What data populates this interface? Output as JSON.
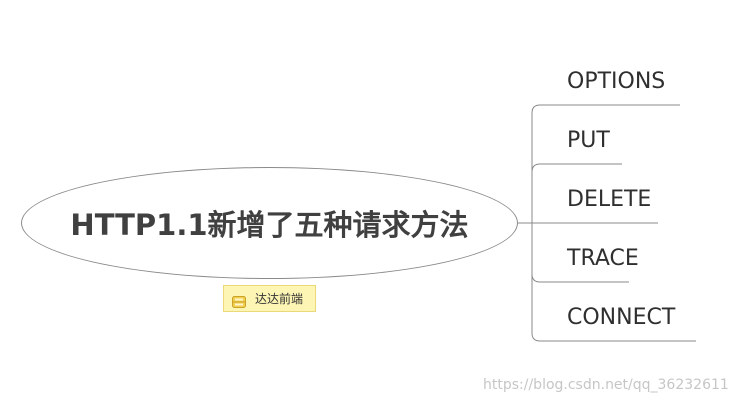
{
  "mindmap": {
    "central_topic": "HTTP1.1新增了五种请求方法",
    "branches": [
      {
        "label": "OPTIONS"
      },
      {
        "label": "PUT"
      },
      {
        "label": "DELETE"
      },
      {
        "label": "TRACE"
      },
      {
        "label": "CONNECT"
      }
    ],
    "note": {
      "icon": "note-icon",
      "label": "达达前端"
    },
    "line_color": "#8a8a8a"
  },
  "watermark": "https://blog.csdn.net/qq_36232611"
}
